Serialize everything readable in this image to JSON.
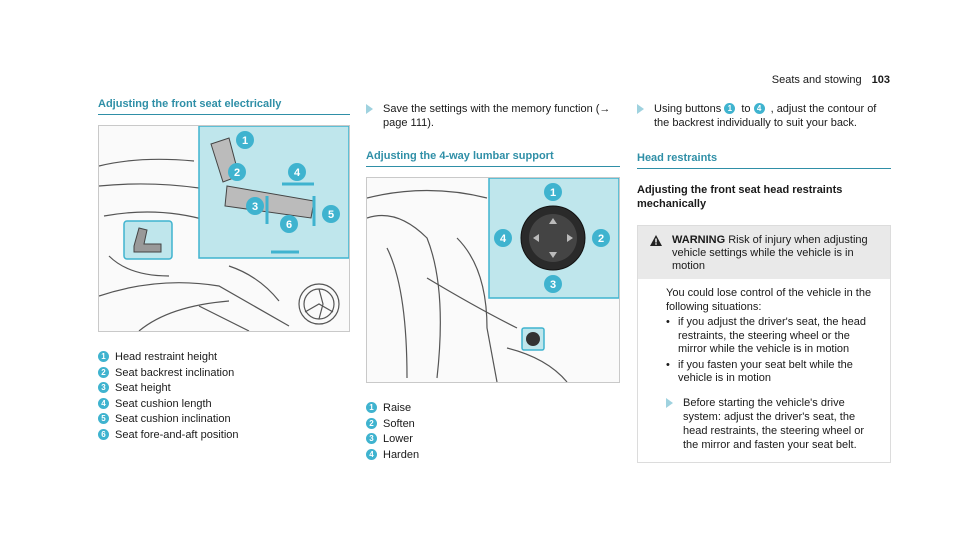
{
  "header": {
    "section": "Seats and stowing",
    "page": "103"
  },
  "col1": {
    "title": "Adjusting the front seat electrically",
    "legend": [
      {
        "n": "1",
        "label": "Head restraint height"
      },
      {
        "n": "2",
        "label": "Seat backrest inclination"
      },
      {
        "n": "3",
        "label": "Seat height"
      },
      {
        "n": "4",
        "label": "Seat cushion length"
      },
      {
        "n": "5",
        "label": "Seat cushion inclination"
      },
      {
        "n": "6",
        "label": "Seat fore-and-aft position"
      }
    ]
  },
  "col2": {
    "step": "Save the settings with the memory function (→ page 111).",
    "title": "Adjusting the 4-way lumbar support",
    "legend": [
      {
        "n": "1",
        "label": "Raise"
      },
      {
        "n": "2",
        "label": "Soften"
      },
      {
        "n": "3",
        "label": "Lower"
      },
      {
        "n": "4",
        "label": "Harden"
      }
    ]
  },
  "col3": {
    "step_pre": "Using buttons",
    "step_n1": "1",
    "step_to": "to",
    "step_n2": "4",
    "step_post": ", adjust the contour of the backrest individually to suit your back.",
    "title": "Head restraints",
    "subtitle": "Adjusting the front seat head restraints mechanically",
    "warning": {
      "label": "WARNING",
      "text": "Risk of injury when adjusting vehicle settings while the vehicle is in motion",
      "intro": "You could lose control of the vehicle in the following situations:",
      "bullets": [
        "if you adjust the driver's seat, the head restraints, the steering wheel or the mirror while the vehicle is in motion",
        "if you fasten your seat belt while the vehicle is in motion"
      ],
      "step": "Before starting the vehicle's drive system: adjust the driver's seat, the head restraints, the steering wheel or the mirror and fasten your seat belt."
    }
  },
  "colors": {
    "accent": "#2f8fa7",
    "marker": "#3fb3cf",
    "panel": "#bfe6ec"
  }
}
